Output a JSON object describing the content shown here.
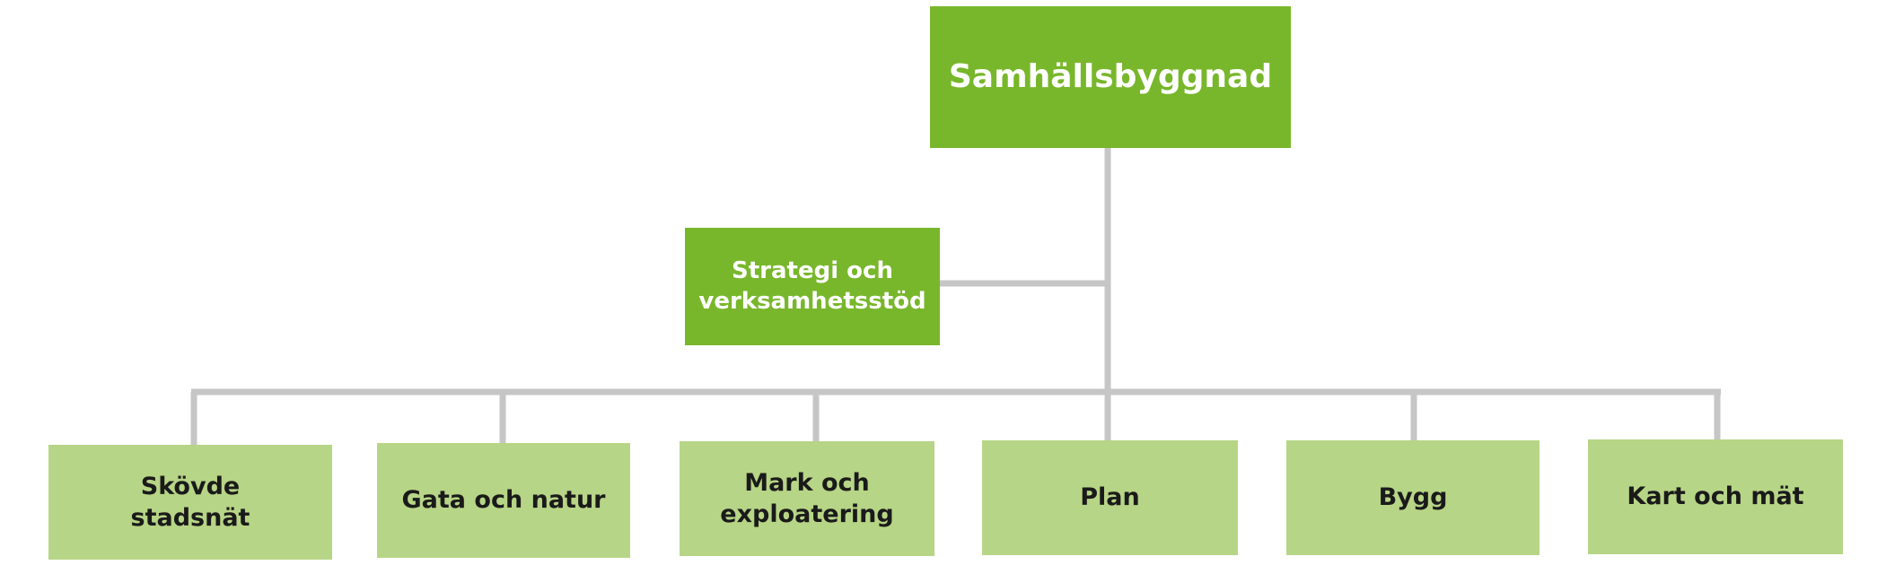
{
  "diagram": {
    "root": {
      "label": "Samhällsbyggnad"
    },
    "staff": {
      "line1": "Strategi och",
      "line2": "verksamhetsstöd"
    },
    "units": [
      {
        "line1": "Skövde",
        "line2": "stadsnät"
      },
      {
        "line1": "Gata och natur",
        "line2": ""
      },
      {
        "line1": "Mark och",
        "line2": "exploatering"
      },
      {
        "line1": "Plan",
        "line2": ""
      },
      {
        "line1": "Bygg",
        "line2": ""
      },
      {
        "line1": "Kart och mät",
        "line2": ""
      }
    ],
    "colors": {
      "primary_green": "#78b72b",
      "light_green": "#b7d586",
      "connector_gray": "#c6c6c6",
      "dark_text": "#1a1a1a",
      "light_text": "#ffffff"
    }
  }
}
